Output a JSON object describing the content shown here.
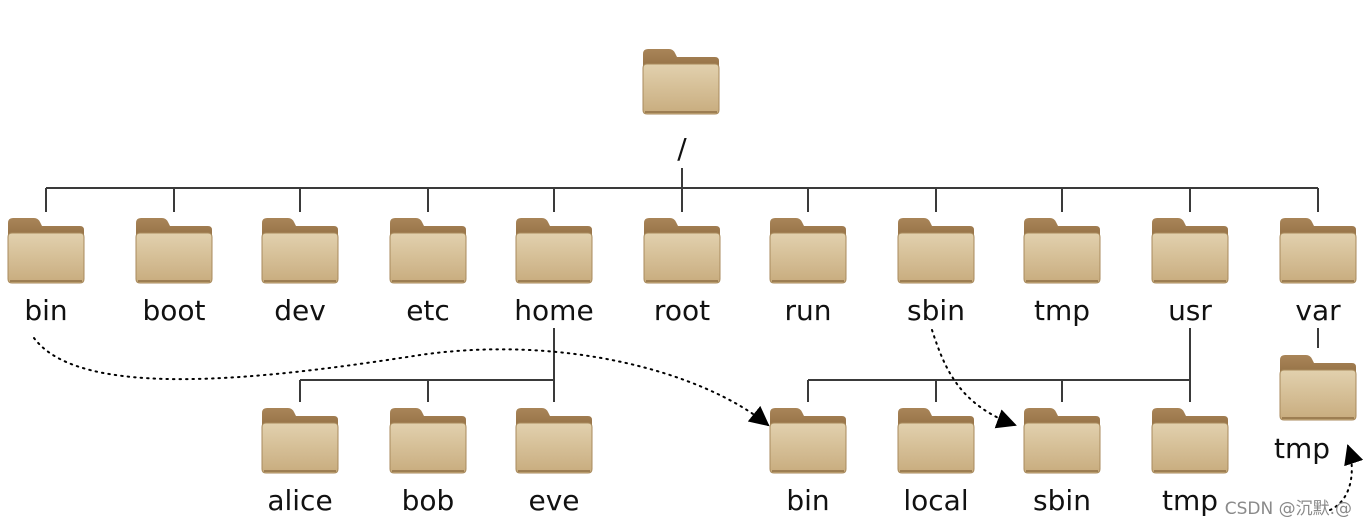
{
  "colors": {
    "folder_back": "#a07b4c",
    "folder_front": "#dcc8a2",
    "line": "#3a3a3a",
    "text": "#111111"
  },
  "tree": {
    "root": {
      "icon": "folder-icon",
      "label": "/"
    },
    "level1": [
      {
        "id": "bin",
        "icon": "folder-icon",
        "label": "bin"
      },
      {
        "id": "boot",
        "icon": "folder-icon",
        "label": "boot"
      },
      {
        "id": "dev",
        "icon": "folder-icon",
        "label": "dev"
      },
      {
        "id": "etc",
        "icon": "folder-icon",
        "label": "etc"
      },
      {
        "id": "home",
        "icon": "folder-icon",
        "label": "home"
      },
      {
        "id": "root",
        "icon": "folder-icon",
        "label": "root"
      },
      {
        "id": "run",
        "icon": "folder-icon",
        "label": "run"
      },
      {
        "id": "sbin",
        "icon": "folder-icon",
        "label": "sbin"
      },
      {
        "id": "tmp",
        "icon": "folder-icon",
        "label": "tmp"
      },
      {
        "id": "usr",
        "icon": "folder-icon",
        "label": "usr"
      },
      {
        "id": "var",
        "icon": "folder-icon",
        "label": "var"
      }
    ],
    "home_children": [
      {
        "icon": "folder-icon",
        "label": "alice"
      },
      {
        "icon": "folder-icon",
        "label": "bob"
      },
      {
        "icon": "folder-icon",
        "label": "eve"
      }
    ],
    "usr_children": [
      {
        "icon": "folder-icon",
        "label": "bin"
      },
      {
        "icon": "folder-icon",
        "label": "local"
      },
      {
        "icon": "folder-icon",
        "label": "sbin"
      },
      {
        "icon": "folder-icon",
        "label": "tmp"
      }
    ],
    "var_children": [
      {
        "icon": "folder-icon",
        "label": "tmp"
      }
    ],
    "symlinks": [
      {
        "from": "/bin",
        "to": "/usr/bin"
      },
      {
        "from": "/sbin",
        "to": "/usr/sbin"
      },
      {
        "from": "/usr/tmp",
        "to": "/var/tmp"
      }
    ]
  },
  "watermark": "CSDN @沉默.@"
}
